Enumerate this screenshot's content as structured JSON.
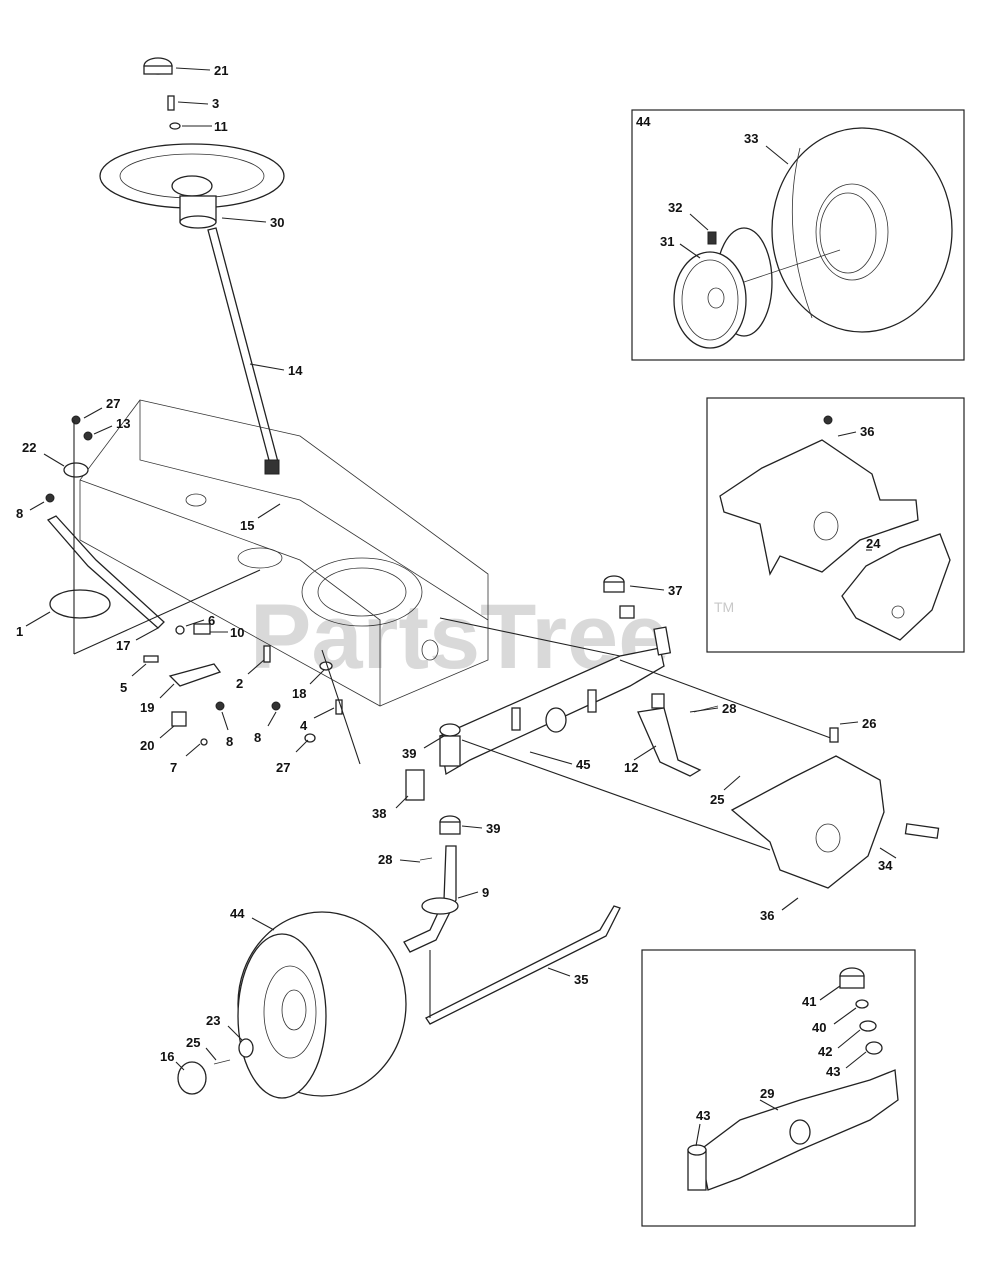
{
  "watermark": {
    "text": "PartsTree",
    "trademark": "TM"
  },
  "inset_box_labels": {
    "rear_wheel_inset": "44"
  },
  "callouts": [
    {
      "id": "c21a",
      "text": "21"
    },
    {
      "id": "c3",
      "text": "3"
    },
    {
      "id": "c11",
      "text": "11"
    },
    {
      "id": "c30",
      "text": "30"
    },
    {
      "id": "c14",
      "text": "14"
    },
    {
      "id": "c27a",
      "text": "27"
    },
    {
      "id": "c13",
      "text": "13"
    },
    {
      "id": "c22",
      "text": "22"
    },
    {
      "id": "c8a",
      "text": "8"
    },
    {
      "id": "c15",
      "text": "15"
    },
    {
      "id": "c1",
      "text": "1"
    },
    {
      "id": "c17",
      "text": "17"
    },
    {
      "id": "c6",
      "text": "6"
    },
    {
      "id": "c10",
      "text": "10"
    },
    {
      "id": "c2",
      "text": "2"
    },
    {
      "id": "c5",
      "text": "5"
    },
    {
      "id": "c19",
      "text": "19"
    },
    {
      "id": "c18",
      "text": "18"
    },
    {
      "id": "c20",
      "text": "20"
    },
    {
      "id": "c8b",
      "text": "8"
    },
    {
      "id": "c8c",
      "text": "8"
    },
    {
      "id": "c4",
      "text": "4"
    },
    {
      "id": "c7",
      "text": "7"
    },
    {
      "id": "c27b",
      "text": "27"
    },
    {
      "id": "c37",
      "text": "37"
    },
    {
      "id": "c28a",
      "text": "28"
    },
    {
      "id": "c39a",
      "text": "39"
    },
    {
      "id": "c45",
      "text": "45"
    },
    {
      "id": "c12",
      "text": "12"
    },
    {
      "id": "c25a",
      "text": "25"
    },
    {
      "id": "c26",
      "text": "26"
    },
    {
      "id": "c38",
      "text": "38"
    },
    {
      "id": "c39b",
      "text": "39"
    },
    {
      "id": "c28b",
      "text": "28"
    },
    {
      "id": "c9",
      "text": "9"
    },
    {
      "id": "c34",
      "text": "34"
    },
    {
      "id": "c36b",
      "text": "36"
    },
    {
      "id": "c44",
      "text": "44"
    },
    {
      "id": "c35",
      "text": "35"
    },
    {
      "id": "c23",
      "text": "23"
    },
    {
      "id": "c25b",
      "text": "25"
    },
    {
      "id": "c16",
      "text": "16"
    },
    {
      "id": "c33",
      "text": "33"
    },
    {
      "id": "c32",
      "text": "32"
    },
    {
      "id": "c31",
      "text": "31"
    },
    {
      "id": "c36a",
      "text": "36"
    },
    {
      "id": "c24",
      "text": "24"
    },
    {
      "id": "c41",
      "text": "41"
    },
    {
      "id": "c40",
      "text": "40"
    },
    {
      "id": "c42",
      "text": "42"
    },
    {
      "id": "c43a",
      "text": "43"
    },
    {
      "id": "c29",
      "text": "29"
    },
    {
      "id": "c43b",
      "text": "43"
    }
  ]
}
